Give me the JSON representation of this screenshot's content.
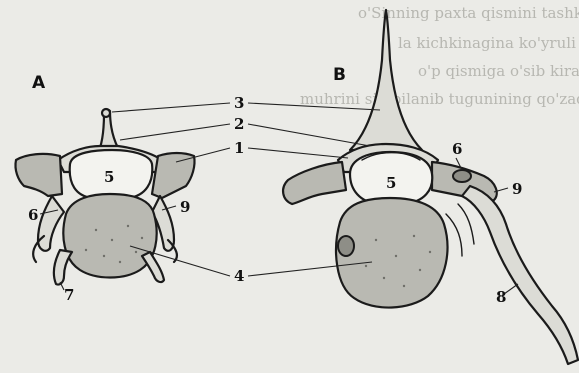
{
  "figure": {
    "panel_a": "A",
    "panel_b": "B"
  },
  "labels": {
    "n3": "3",
    "n2": "2",
    "n1_upper": "1",
    "n5_a": "5",
    "n5_b": "5",
    "n6_a": "6",
    "n6_b": "6",
    "n9_a": "9",
    "n9_b": "9",
    "n4": "4",
    "n7": "7",
    "n8": "8"
  },
  "background_text": {
    "line1": "o'Sinning paxta qismini tashkil etadi. Ko'k",
    "line2": "la kichkinagina ko'yruli sh.ogi bor. Koshi",
    "line3": "o'p qismiga o'sib kiradi, qismini elle ko",
    "line4": "muhrini sinibilanib tugunining qo'zadi"
  }
}
